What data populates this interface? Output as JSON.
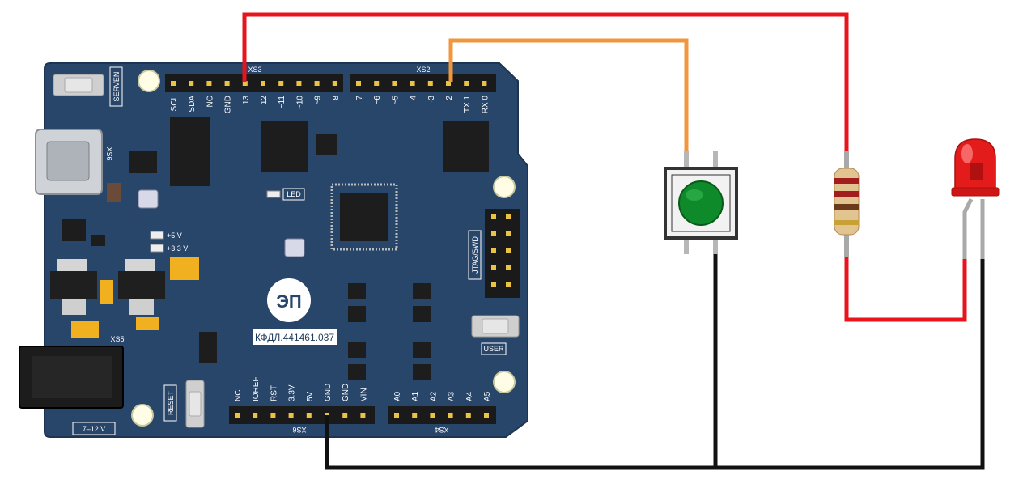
{
  "board": {
    "header_top_left_name": "XS3",
    "header_top_right_name": "XS2",
    "header_bottom_left_name": "XS6",
    "header_bottom_right_name": "XS4",
    "usb_connector_name": "XS6",
    "power_jack_name": "XS5",
    "top_left_pins": [
      "SCL",
      "SDA",
      "NC",
      "GND",
      "13",
      "12",
      "~11",
      "~10",
      "~9",
      "8"
    ],
    "top_right_pins": [
      "7",
      "~6",
      "~5",
      "4",
      "~3",
      "2",
      "TX 1",
      "RX 0"
    ],
    "bottom_left_pins": [
      "NC",
      "IOREF",
      "RST",
      "3.3V",
      "5V",
      "GND",
      "GND",
      "VIN"
    ],
    "bottom_right_pins": [
      "A0",
      "A1",
      "A2",
      "A3",
      "A4",
      "A5"
    ],
    "serven_label": "SERVEN",
    "led_label": "LED",
    "plus5_label": "+5 V",
    "plus33_label": "+3.3 V",
    "jtag_label": "JTAG/SWD",
    "user_label": "USER",
    "reset_label": "RESET",
    "power_label": "7–12 V",
    "board_code": "КФДЛ.441461.037",
    "logo_text": "ЭП"
  },
  "colors": {
    "board": "#28456a",
    "board_edge": "#1d3452",
    "wire_red": "#e8141c",
    "wire_orange": "#f0963c",
    "wire_black": "#111111",
    "button_cap": "#0f8a2a",
    "led_red": "#e41b1b"
  }
}
